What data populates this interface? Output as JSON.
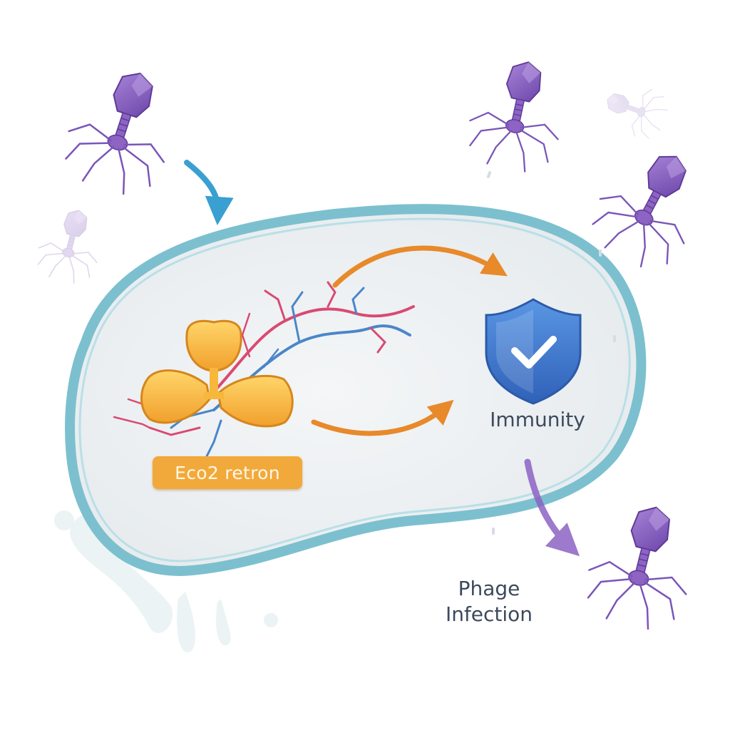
{
  "labels": {
    "retron": "Eco2 retron",
    "immunity": "Immunity",
    "phage_line1": "Phage",
    "phage_line2": "Infection"
  },
  "colors": {
    "phage": "#8d63c4",
    "phage_dark": "#5e3a96",
    "membrane": "#7cc0cf",
    "cytoplasm": "#eef1f3",
    "retron_protein": "#f6b73c",
    "retron_label_bg": "#f2a93b",
    "arrow_orange": "#e8892a",
    "arrow_blue": "#3a9fd1",
    "arrow_purple": "#8d63c4",
    "shield": "#3f78cf",
    "rna_red": "#d94a72",
    "rna_blue": "#4a86c9",
    "text": "#3d4a5c"
  },
  "icons": {
    "phage": "bacteriophage-icon",
    "shield": "shield-check-icon",
    "retron": "retron-complex-icon"
  }
}
